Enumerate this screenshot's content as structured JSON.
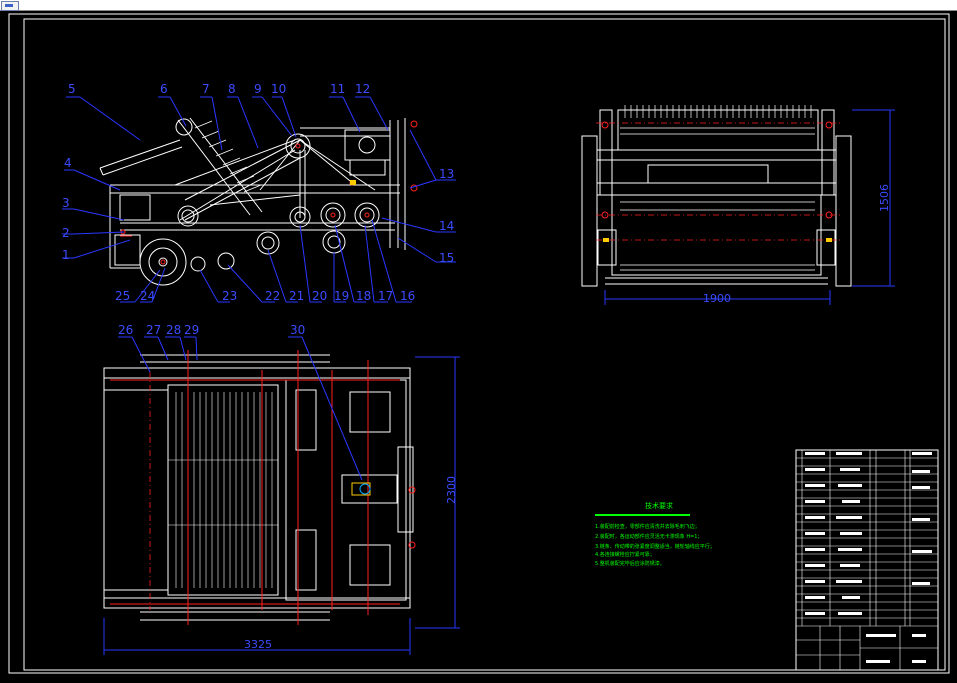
{
  "drawing": {
    "part_labels": [
      "5",
      "6",
      "7",
      "8",
      "9",
      "10",
      "11",
      "12",
      "13",
      "4",
      "3",
      "2",
      "1",
      "14",
      "15",
      "25",
      "24",
      "23",
      "22",
      "21",
      "20",
      "19",
      "18",
      "17",
      "16",
      "26",
      "27",
      "28",
      "29",
      "30"
    ],
    "dims": {
      "side_width": "1900",
      "side_height": "1506",
      "top_width": "3325",
      "top_height": "2300"
    },
    "tech_title": "技术要求",
    "tech_lines": [
      "1.装配前检查，零部件应清洗并去除毛刺飞边；",
      "2.装配时，各运动部件应灵活无卡滞现象 H=1；",
      "3.链条、传动带的张紧度调整适当，链轮轴线应平行；",
      "4.各连接螺栓应拧紧可靠；",
      "5.整机装配完毕后应涂防锈漆。"
    ]
  },
  "colors": {
    "background": "#000000",
    "frame": "#ffffff",
    "dimension": "#2a37ff",
    "centerline": "#ff2020",
    "tech_text": "#00ff00"
  }
}
